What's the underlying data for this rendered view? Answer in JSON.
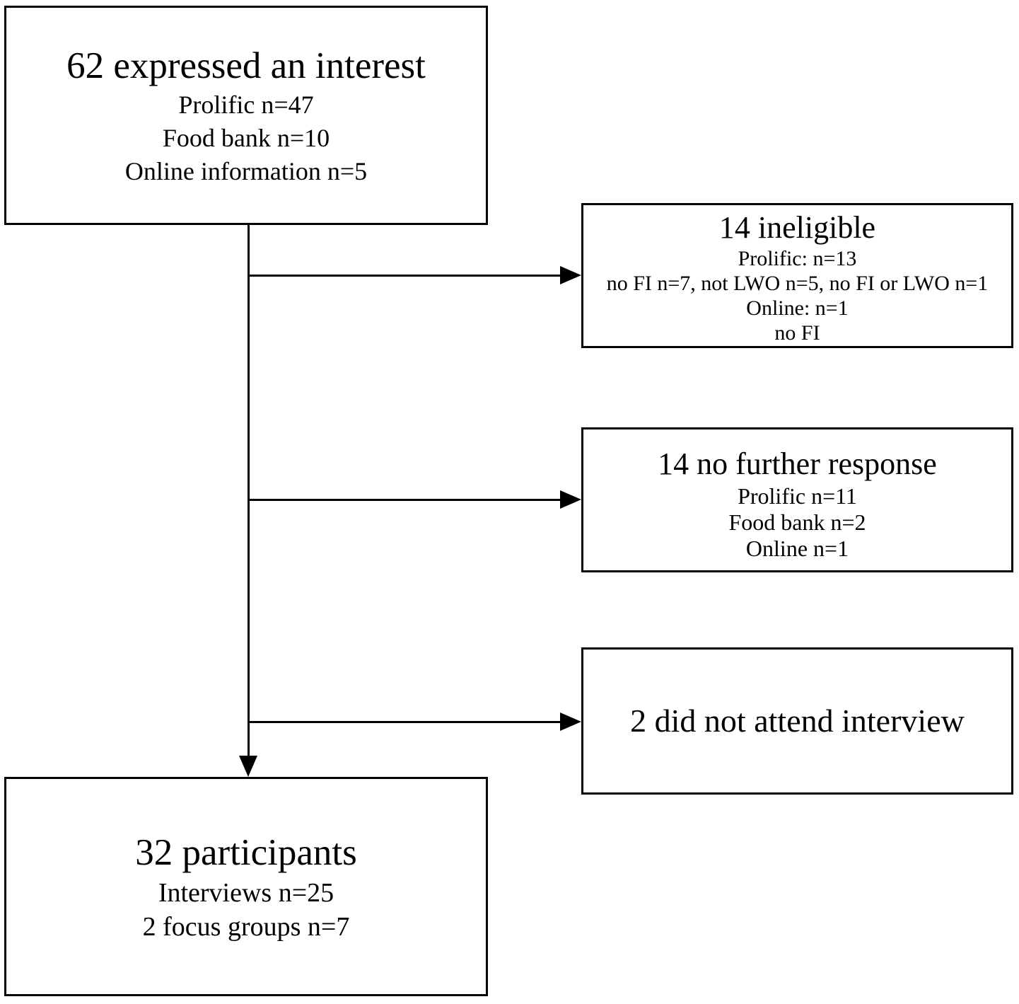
{
  "colors": {
    "ink": "#000000",
    "paper": "#ffffff"
  },
  "nodes": {
    "interest": {
      "title": "62 expressed an interest",
      "lines": [
        "Prolific n=47",
        "Food bank n=10",
        "Online information n=5"
      ]
    },
    "ineligible": {
      "title": "14 ineligible",
      "lines": [
        "Prolific: n=13",
        "no FI n=7, not LWO n=5, no FI or LWO n=1",
        "Online: n=1",
        "no FI"
      ]
    },
    "no_further_response": {
      "title": "14 no further response",
      "lines": [
        "Prolific n=11",
        "Food bank n=2",
        "Online n=1"
      ]
    },
    "did_not_attend": {
      "title": "2 did not attend interview"
    },
    "participants": {
      "title": "32 participants",
      "lines": [
        "Interviews n=25",
        "2 focus groups n=7"
      ]
    }
  }
}
